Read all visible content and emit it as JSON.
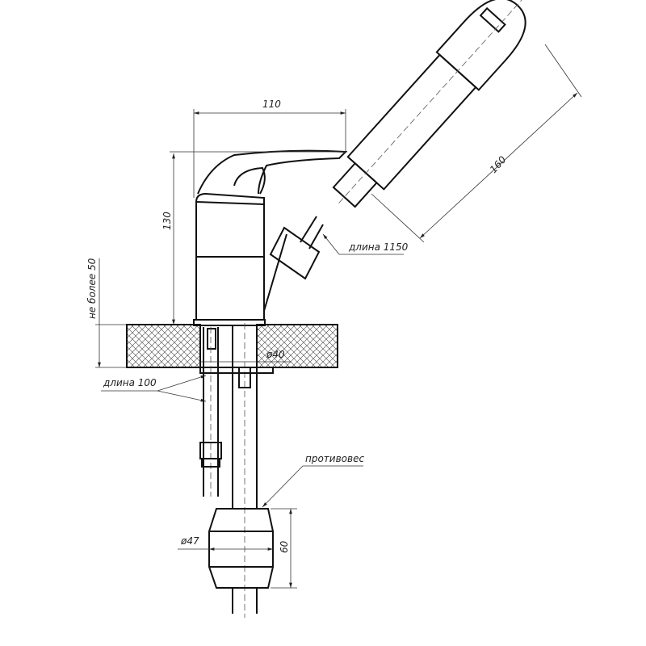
{
  "title": "Faucet with pull-out shower — dimension drawing",
  "colors": {
    "line": "#111111",
    "background": "#ffffff"
  },
  "dimensions": {
    "width_top": "110",
    "height_body": "130",
    "shower_length": "160",
    "max_thickness": "не более 50",
    "hose_length": "длина 1150",
    "supply_length": "длина 100",
    "hole_diameter": "ø40",
    "counterweight_label": "противовес",
    "counterweight_diameter": "ø47",
    "counterweight_height": "60"
  }
}
